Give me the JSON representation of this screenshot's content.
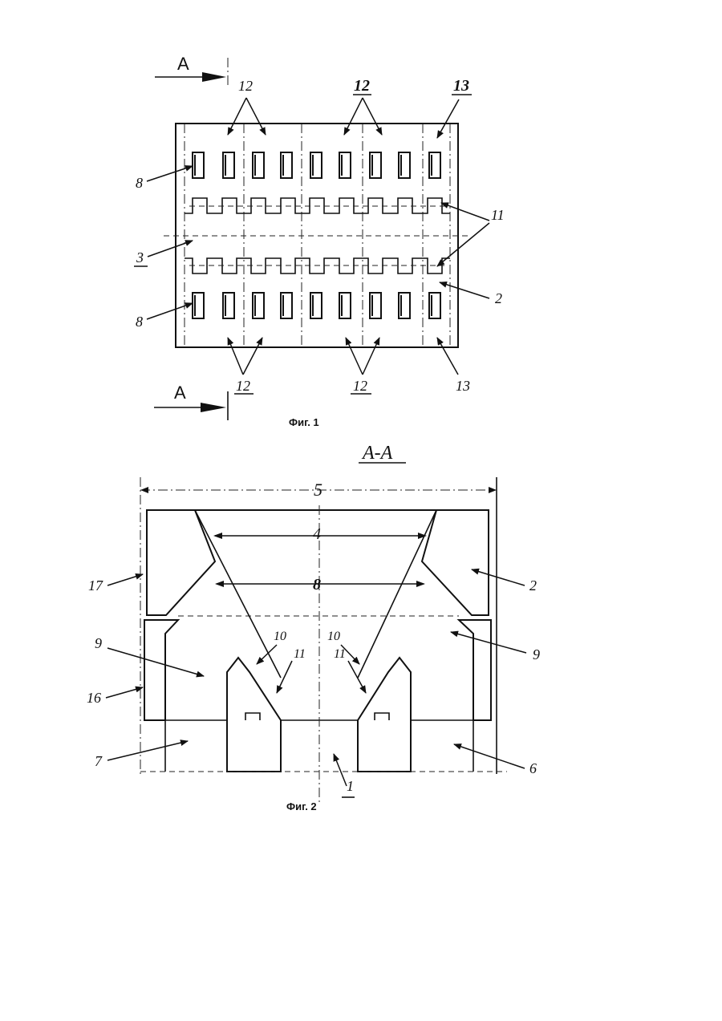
{
  "fig1": {
    "section_marker": "A",
    "caption": "Фиг. 1",
    "labels": {
      "top_12_left": "12",
      "top_12_mid": "12",
      "top_13": "13",
      "left_8_top": "8",
      "left_3": "3",
      "left_8_bottom": "8",
      "right_11": "11",
      "right_2": "2",
      "bottom_12_left": "12",
      "bottom_12_mid": "12",
      "bottom_13": "13"
    }
  },
  "fig2": {
    "section_title": "А-А",
    "caption": "Фиг. 2",
    "labels": {
      "dim_5": "5",
      "dim_4": "4",
      "dim_8": "8",
      "left_17": "17",
      "left_9": "9",
      "left_16": "16",
      "left_7": "7",
      "mid_10_left": "10",
      "mid_11_left": "11",
      "mid_10_right": "10",
      "mid_11_right": "11",
      "right_2": "2",
      "right_9": "9",
      "right_6": "6",
      "bottom_1": "1"
    }
  }
}
